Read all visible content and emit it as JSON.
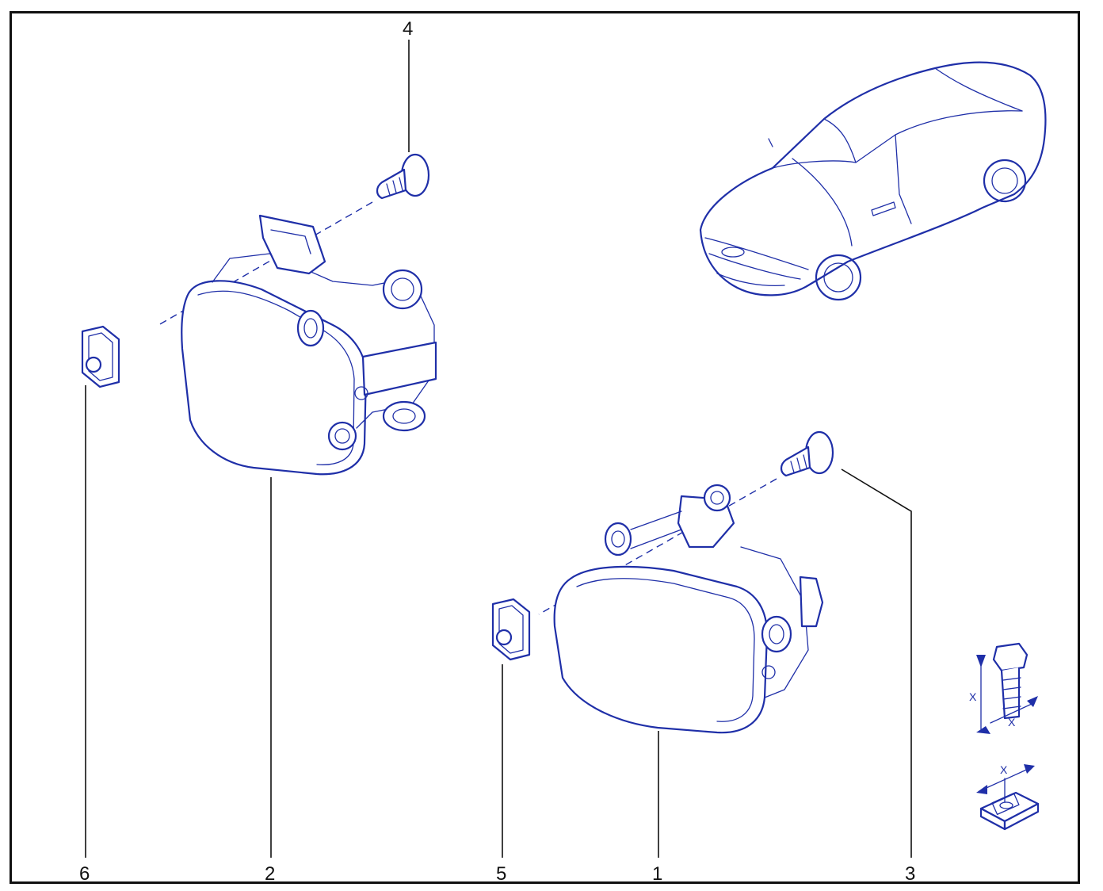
{
  "callouts": {
    "c1": "1",
    "c2": "2",
    "c3": "3",
    "c4": "4",
    "c5": "5",
    "c6": "6"
  },
  "torque_symbols": {
    "bolt_x1": "X",
    "bolt_x2": "X",
    "nut_x": "X"
  },
  "colors": {
    "line_art": "#1f2fa8",
    "callout_text": "#111111",
    "frame": "#111111"
  },
  "icons": [
    "car-illustration",
    "fog-lamp-illustration",
    "screw-illustration",
    "clip-nut-illustration",
    "torque-bolt-icon",
    "torque-nut-icon"
  ]
}
